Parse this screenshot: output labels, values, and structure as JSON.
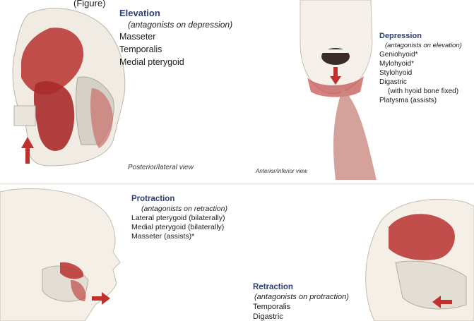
{
  "top_fragment": "(Figure)",
  "elevation": {
    "title": "Elevation",
    "antagonists": "(antagonists on depression)",
    "muscles": [
      "Masseter",
      "Temporalis",
      "Medial pterygoid"
    ],
    "caption": "Posterior/lateral view"
  },
  "depression": {
    "title": "Depression",
    "antagonists": "(antagonists on elevation)",
    "muscles": [
      "Geniohyoid*",
      "Mylohyoid*",
      "Stylohyoid",
      "Digastric",
      "(with hyoid bone fixed)",
      "Platysma (assists)"
    ],
    "caption": "Anterior/inferior view"
  },
  "protraction": {
    "title": "Protraction",
    "antagonists": "(antagonists on retraction)",
    "muscles": [
      "Lateral pterygoid (bilaterally)",
      "Medial pterygoid (bilaterally)",
      "Masseter (assists)*"
    ]
  },
  "retraction": {
    "title": "Retraction",
    "antagonists": "(antagonists on protraction)",
    "muscles": [
      "Temporalis",
      "Digastric"
    ]
  },
  "colors": {
    "heading": "#2c3e73",
    "muscle": "#b8312f",
    "bone": "#e8e4dc",
    "skin": "#f3eee6",
    "arrow": "#c0312d"
  },
  "icons": [
    "up-arrow-icon",
    "down-arrow-icon",
    "right-arrow-icon",
    "left-arrow-icon"
  ]
}
